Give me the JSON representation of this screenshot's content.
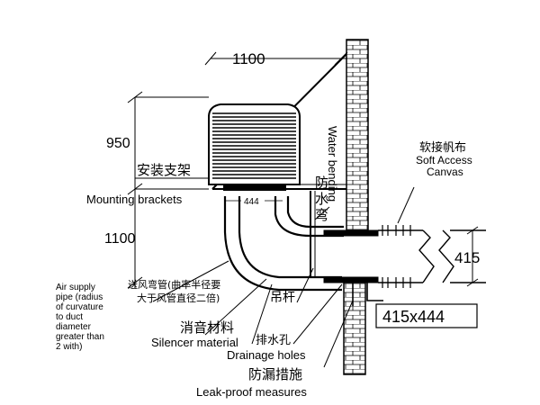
{
  "dimensions": {
    "top_width": "1100",
    "height_upper": "950",
    "height_lower": "1100",
    "duct_height": "415",
    "duct_section": "415x444",
    "unit_outlet": "444"
  },
  "labels": {
    "mounting_brackets_cn": "安装支架",
    "mounting_brackets_en": "Mounting brackets",
    "water_bend_cn": "防水弯",
    "water_bend_en": "Water bending",
    "soft_access_cn": "软接帆布",
    "soft_access_en_1": "Soft Access",
    "soft_access_en_2": "Canvas",
    "air_supply_cn_1": "送风弯管(曲率半径要",
    "air_supply_cn_2": "大于风管直径二倍)",
    "air_supply_en": [
      "Air supply",
      "pipe (radius",
      "of curvature",
      "to duct",
      "diameter",
      "greater than",
      "2 with)"
    ],
    "hanger_cn": "吊杆",
    "silencer_cn": "消音材料",
    "silencer_en": "Silencer material",
    "drainage_cn": "排水孔",
    "drainage_en": "Drainage holes",
    "leakproof_cn": "防漏措施",
    "leakproof_en": "Leak-proof measures"
  }
}
